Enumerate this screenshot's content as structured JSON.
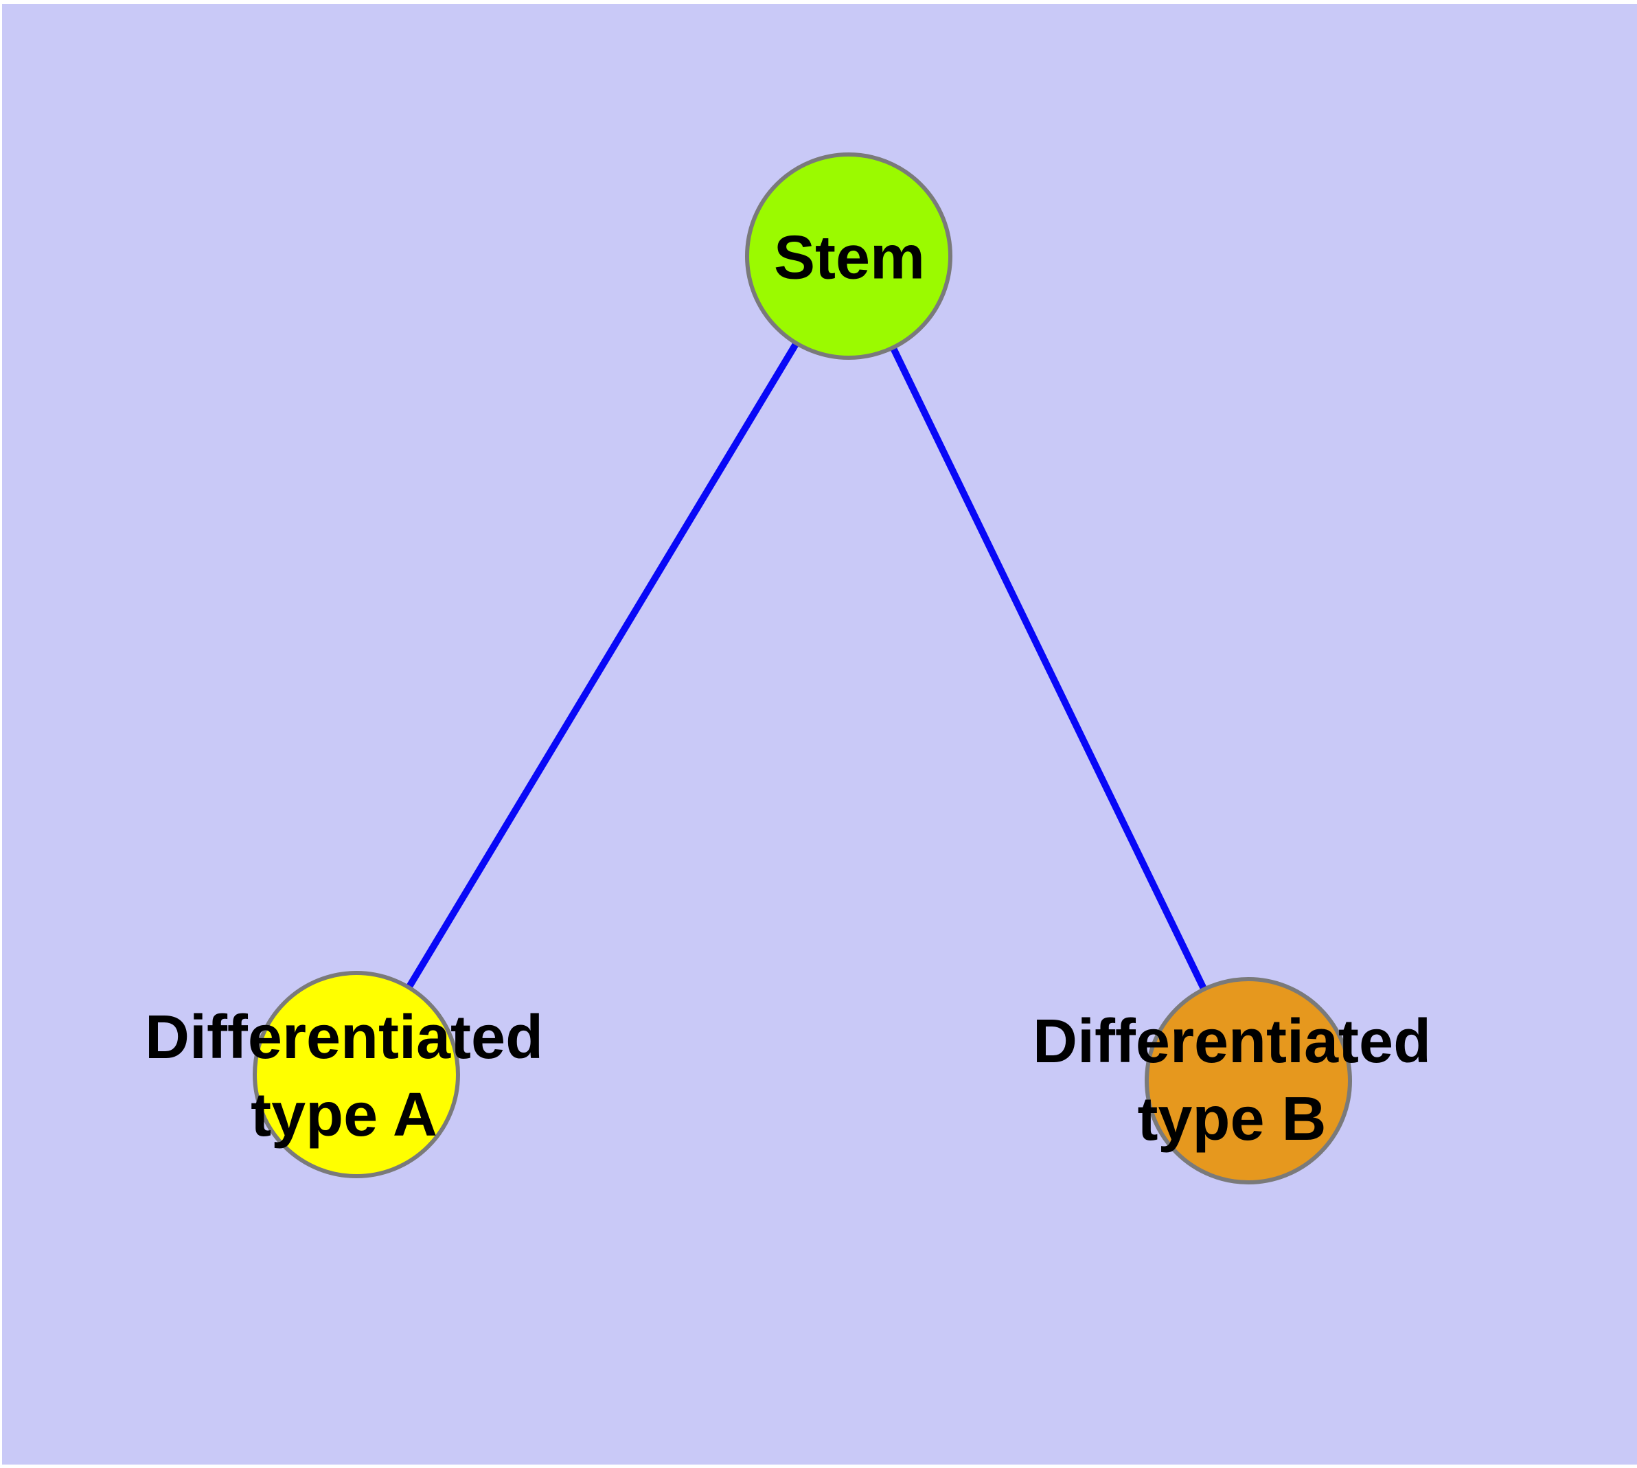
{
  "diagram": {
    "background_color": "#c9c9f7",
    "page_margin_color": "#ffffff",
    "node_border_color": "#7a7a7a",
    "label_color": "#000000",
    "edge_color": "#0808f7",
    "nodes": [
      {
        "id": "stem",
        "label": "Stem",
        "color": "#9bfa00"
      },
      {
        "id": "diff-a",
        "label": "Differentiated\ntype A",
        "color": "#ffff00"
      },
      {
        "id": "diff-b",
        "label": "Differentiated\ntype B",
        "color": "#e6981e"
      }
    ],
    "edges": [
      {
        "from": "stem",
        "to": "diff-a"
      },
      {
        "from": "stem",
        "to": "diff-b"
      }
    ]
  }
}
